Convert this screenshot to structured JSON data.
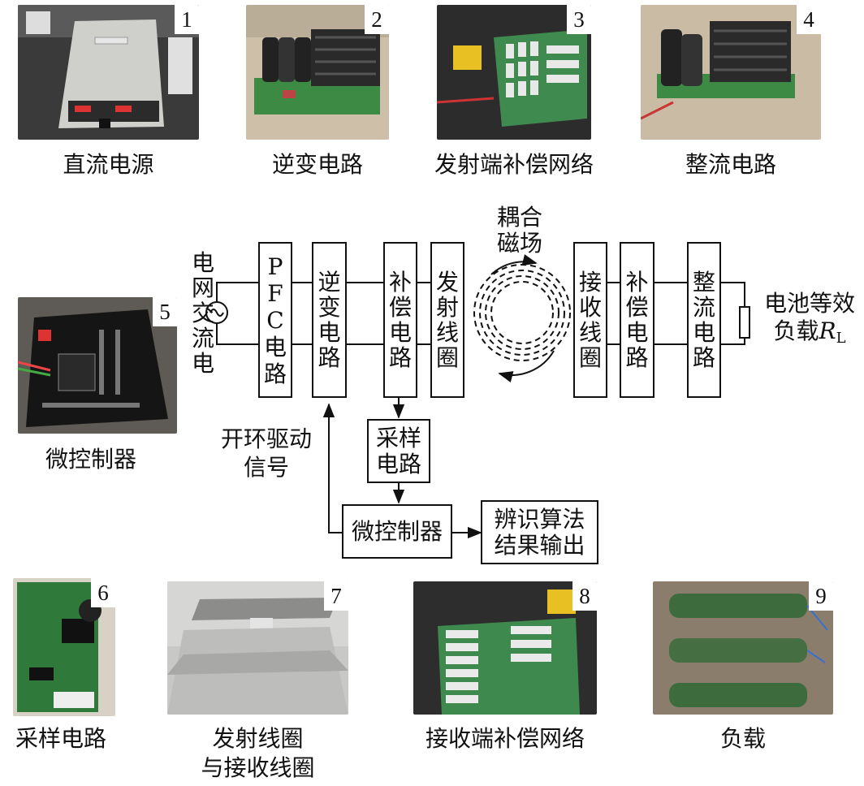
{
  "photos": [
    {
      "num": "1",
      "caption": "直流电源"
    },
    {
      "num": "2",
      "caption": "逆变电路"
    },
    {
      "num": "3",
      "caption": "发射端补偿网络"
    },
    {
      "num": "4",
      "caption": "整流电路"
    },
    {
      "num": "5",
      "caption": "微控制器"
    },
    {
      "num": "6",
      "caption": "采样电路"
    },
    {
      "num": "7",
      "caption_line1": "发射线圈",
      "caption_line2": "与接收线圈"
    },
    {
      "num": "8",
      "caption": "接收端补偿网络"
    },
    {
      "num": "9",
      "caption": "负载"
    }
  ],
  "diagram": {
    "grid_source": "电网交流电",
    "pfc": {
      "l1": "P",
      "l2": "F",
      "l3": "C",
      "l4": "电路"
    },
    "inverter": "逆变电路",
    "tx_comp": "补偿电路",
    "tx_coil": "发射线圈",
    "coupling_line1": "耦合",
    "coupling_line2": "磁场",
    "rx_coil": "接收线圈",
    "rx_comp": "补偿电路",
    "rectifier": "整流电路",
    "load_line1": "电池等效",
    "load_line2_prefix": "负载",
    "load_R": "R",
    "load_sub": "L",
    "sampling_line1": "采样",
    "sampling_line2": "电路",
    "mcu": "微控制器",
    "open_loop_line1": "开环驱动",
    "open_loop_line2": "信号",
    "output_line1": "辨识算法",
    "output_line2": "结果输出"
  }
}
